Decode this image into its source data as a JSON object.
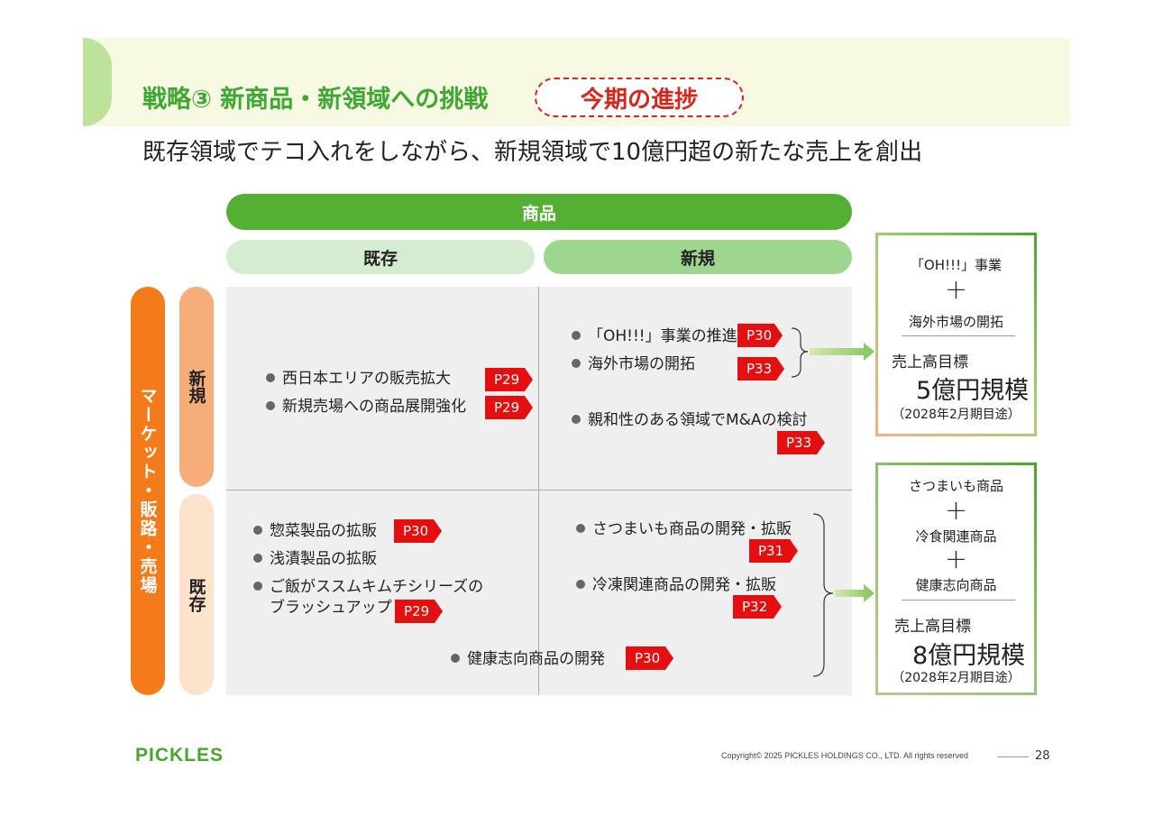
{
  "header": {
    "title": "戦略③ 新商品・新領域への挑戦",
    "badge": "今期の進捗",
    "subtitle": "既存領域でテコ入れをしながら、新規領域で10億円超の新たな売上を創出"
  },
  "matrix": {
    "product_label": "商品",
    "product_existing": "既存",
    "product_new": "新規",
    "market_label": "マーケット・販路・売場",
    "market_new": "新規",
    "market_existing": "既存",
    "cells": {
      "new_market_existing_product": [
        {
          "text": "西日本エリアの販売拡大",
          "page": "P29"
        },
        {
          "text": "新規売場への商品展開強化",
          "page": "P29"
        }
      ],
      "new_market_new_product": [
        {
          "text": "「OH!!!」事業の推進",
          "page": "P30"
        },
        {
          "text": "海外市場の開拓",
          "page": "P33"
        },
        {
          "text": "親和性のある領域でM&Aの検討",
          "page": "P33"
        }
      ],
      "existing_market_existing_product": [
        {
          "text": "惣菜製品の拡販",
          "page": "P30"
        },
        {
          "text": "浅漬製品の拡販",
          "page": ""
        },
        {
          "text": "ご飯がススムキムチシリーズの",
          "text2": "ブラッシュアップ",
          "page": "P29"
        }
      ],
      "existing_market_new_product": [
        {
          "text": "さつまいも商品の開発・拡販",
          "page": "P31"
        },
        {
          "text": "冷凍関連商品の開発・拡販",
          "page": "P32"
        }
      ],
      "bottom_center": {
        "text": "健康志向商品の開発",
        "page": "P30"
      }
    }
  },
  "targets": [
    {
      "items": [
        "「OH!!!」事業",
        "海外市場の開拓"
      ],
      "plus": "+",
      "label": "売上高目標",
      "value": "5億円規模",
      "note": "（2028年2月期目途）"
    },
    {
      "items": [
        "さつまいも商品",
        "冷食関連商品",
        "健康志向商品"
      ],
      "plus": "+",
      "label": "売上高目標",
      "value": "8億円規模",
      "note": "（2028年2月期目途）"
    }
  ],
  "footer": {
    "logo": "PICKLES",
    "copyright": "Copyright© 2025 PICKLES HOLDINGS CO., LTD. All rights reserved",
    "page": "28"
  }
}
